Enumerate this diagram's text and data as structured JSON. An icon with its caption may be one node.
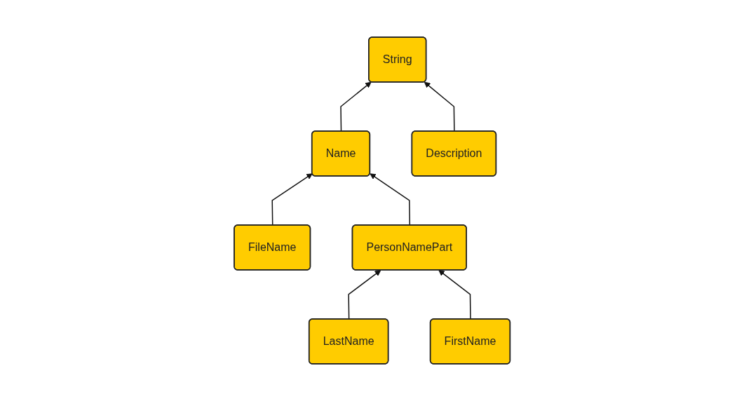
{
  "diagram": {
    "nodes": [
      {
        "text": [
          "String"
        ]
      },
      {
        "text": [
          "Name"
        ]
      },
      {
        "text": [
          "Description"
        ]
      },
      {
        "text": [
          "FileName"
        ]
      },
      {
        "text": [
          "PersonNamePart"
        ]
      },
      {
        "text": [
          "LastName"
        ]
      },
      {
        "text": [
          "FirstName"
        ]
      }
    ],
    "edges": [
      {
        "from": 1,
        "to": 0,
        "arrow": "to"
      },
      {
        "from": 2,
        "to": 0,
        "arrow": "to"
      },
      {
        "from": 3,
        "to": 1,
        "arrow": "to"
      },
      {
        "from": 4,
        "to": 1,
        "arrow": "to"
      },
      {
        "from": 5,
        "to": 4,
        "arrow": "to"
      },
      {
        "from": 6,
        "to": 4,
        "arrow": "to"
      }
    ]
  }
}
